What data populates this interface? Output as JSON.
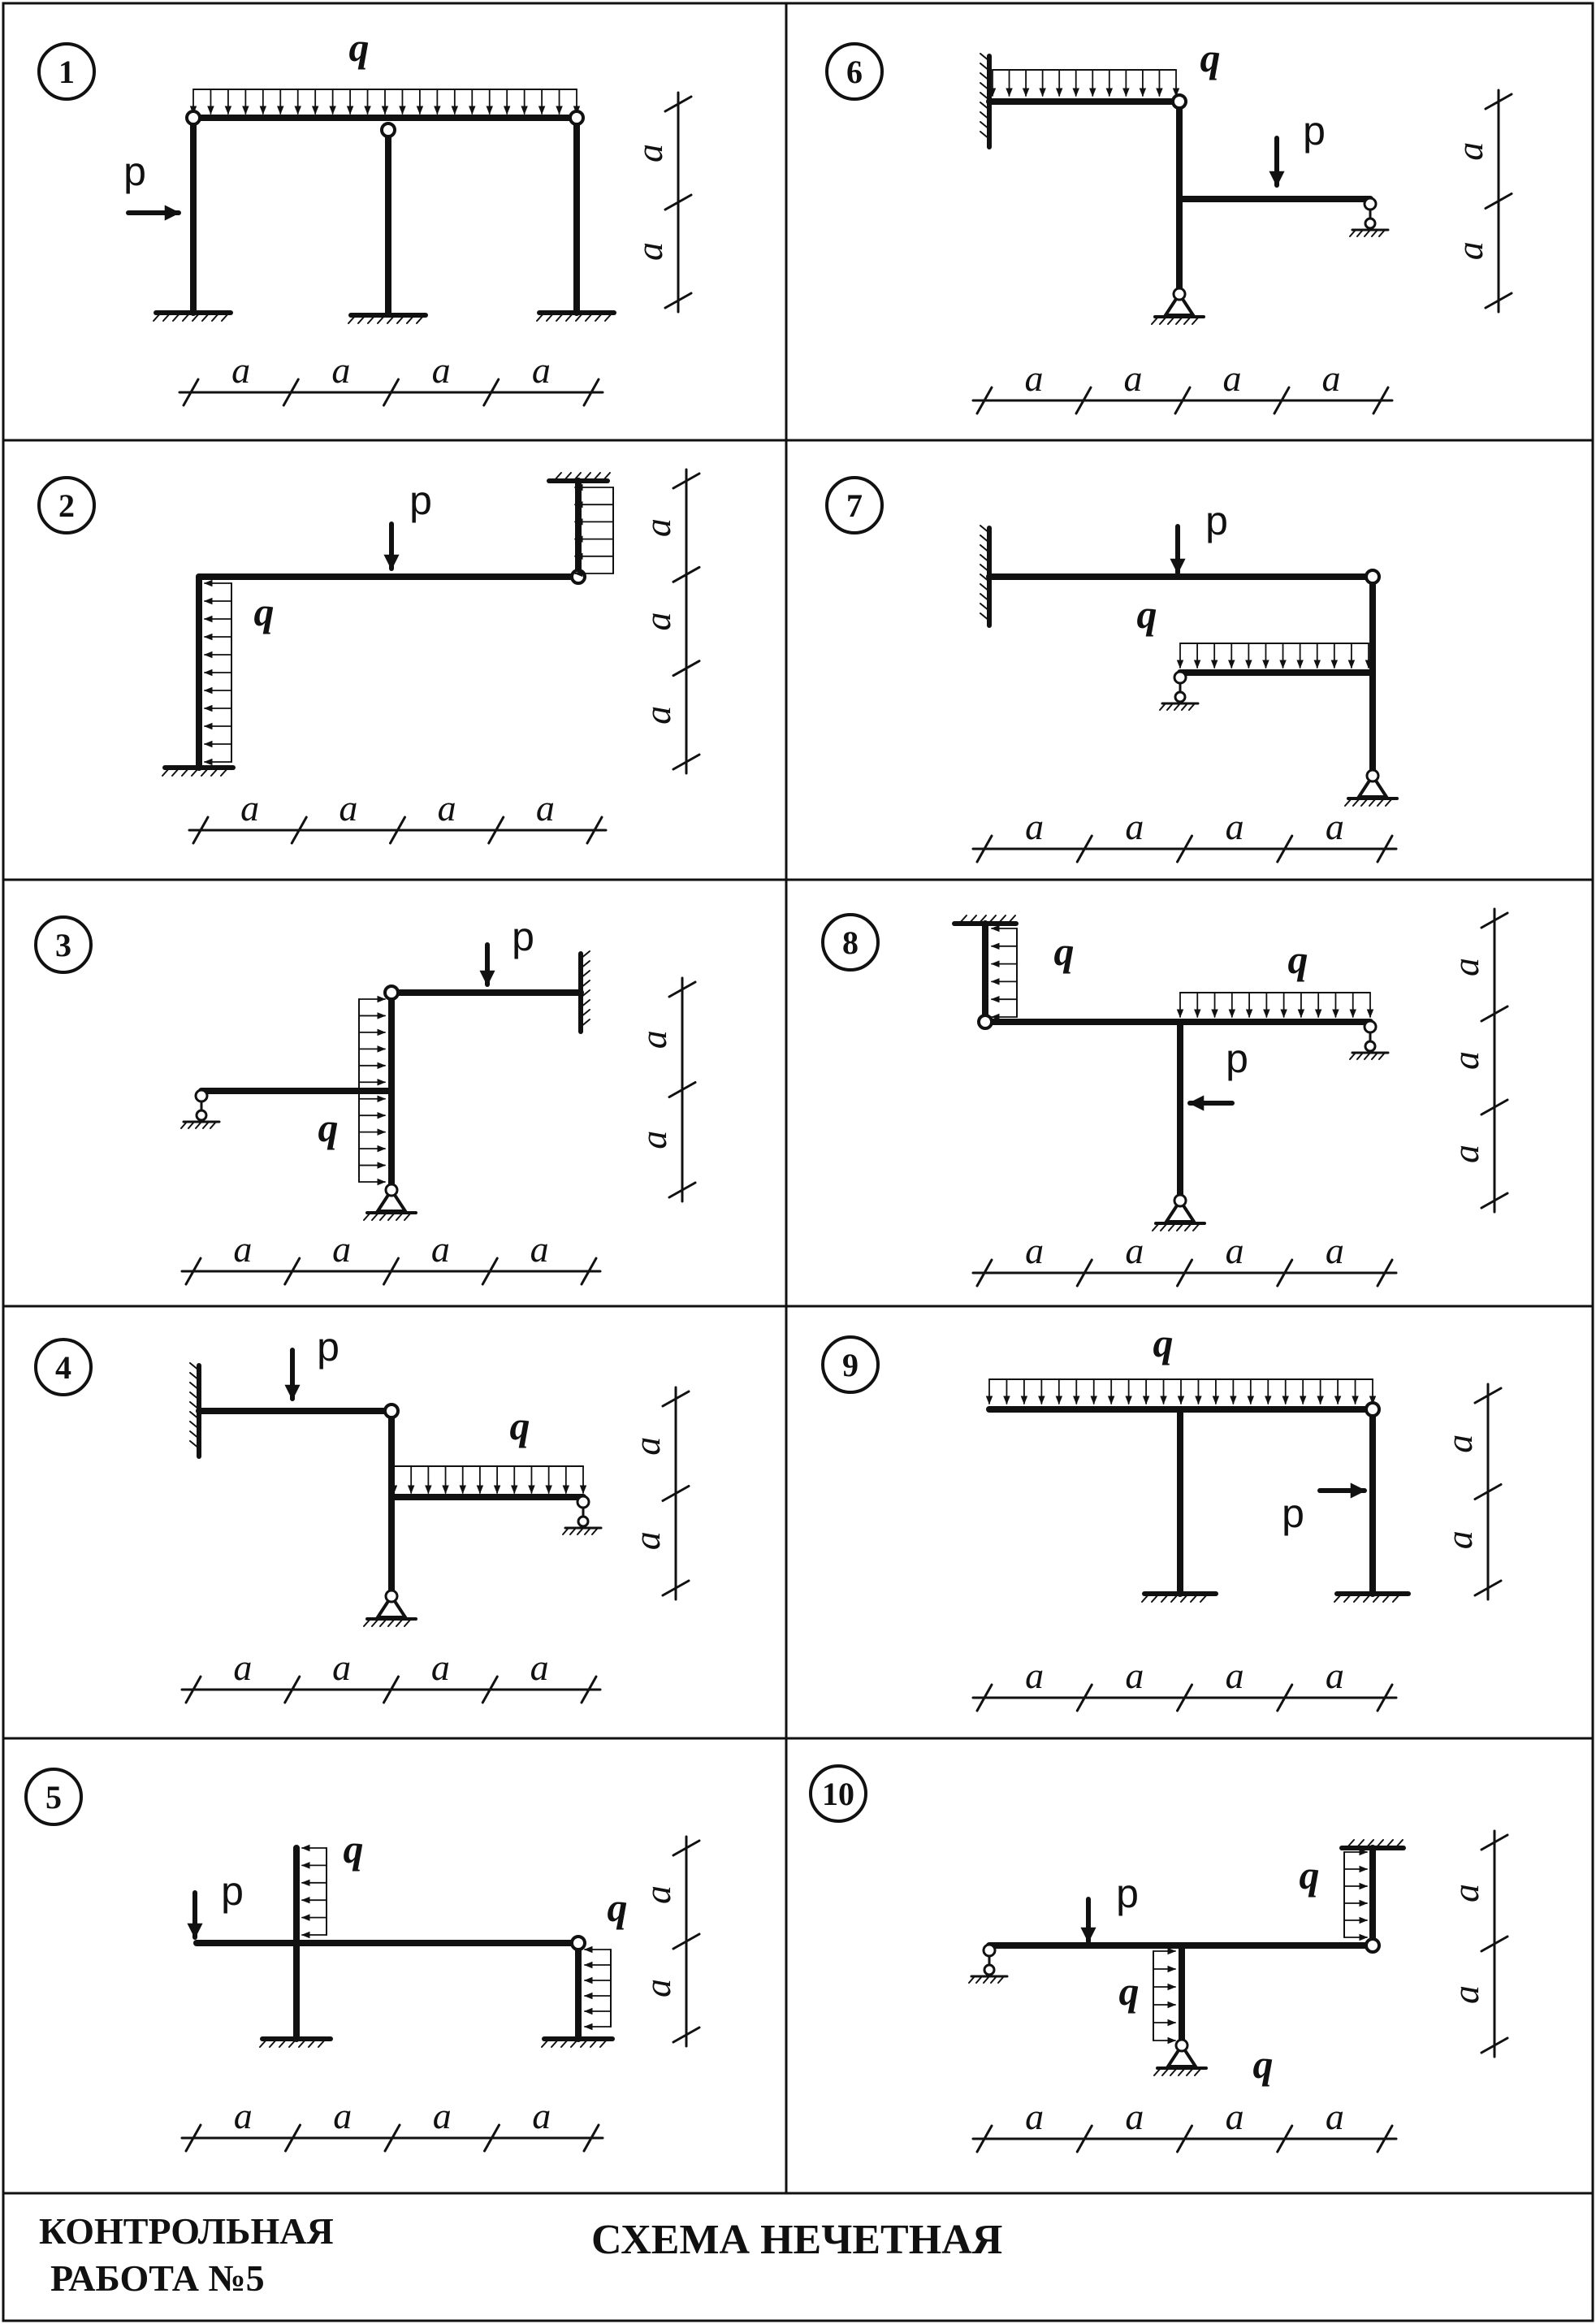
{
  "footer": {
    "left_line1": "КОНТРОЛЬНАЯ",
    "left_line2": "РАБОТА №5",
    "center": "СХЕМА НЕЧЕТНАЯ"
  },
  "labels": {
    "q": "q",
    "p": "p",
    "a": "a"
  },
  "schemes": [
    {
      "number": "1"
    },
    {
      "number": "2"
    },
    {
      "number": "3"
    },
    {
      "number": "4"
    },
    {
      "number": "5"
    },
    {
      "number": "6"
    },
    {
      "number": "7"
    },
    {
      "number": "8"
    },
    {
      "number": "9"
    },
    {
      "number": "10"
    }
  ]
}
